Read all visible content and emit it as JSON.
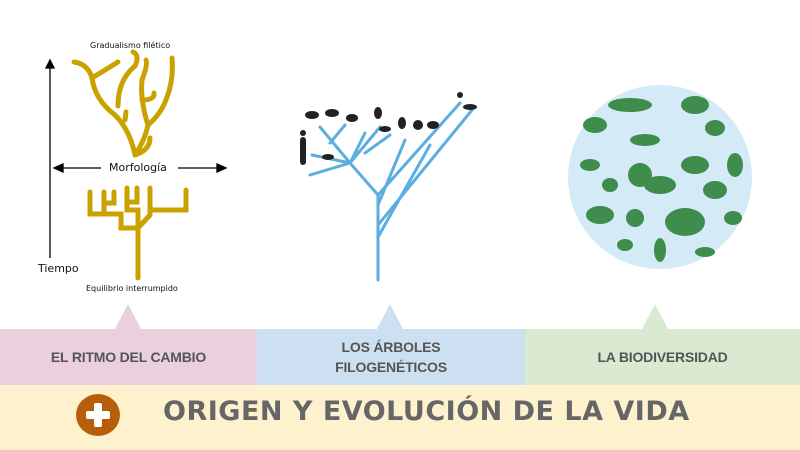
{
  "diagram1": {
    "top_label": "Gradualismo filético",
    "axis_h_label": "Morfología",
    "axis_v_label": "Tiempo",
    "bottom_label": "Equilibrio interrumpido"
  },
  "tabs": [
    {
      "label": "EL RITMO DEL CAMBIO",
      "color": "#e9d0dc"
    },
    {
      "label_line1": "LOS ÁRBOLES",
      "label_line2": "FILOGENÉTICOS",
      "color": "#cde0f1"
    },
    {
      "label": "LA BIODIVERSIDAD",
      "color": "#d9e9d2"
    }
  ],
  "footer": {
    "title": "ORIGEN Y EVOLUCIÓN DE LA VIDA",
    "icon": "plus-icon",
    "icon_color": "#b85e0b",
    "background": "#fef1cd"
  }
}
